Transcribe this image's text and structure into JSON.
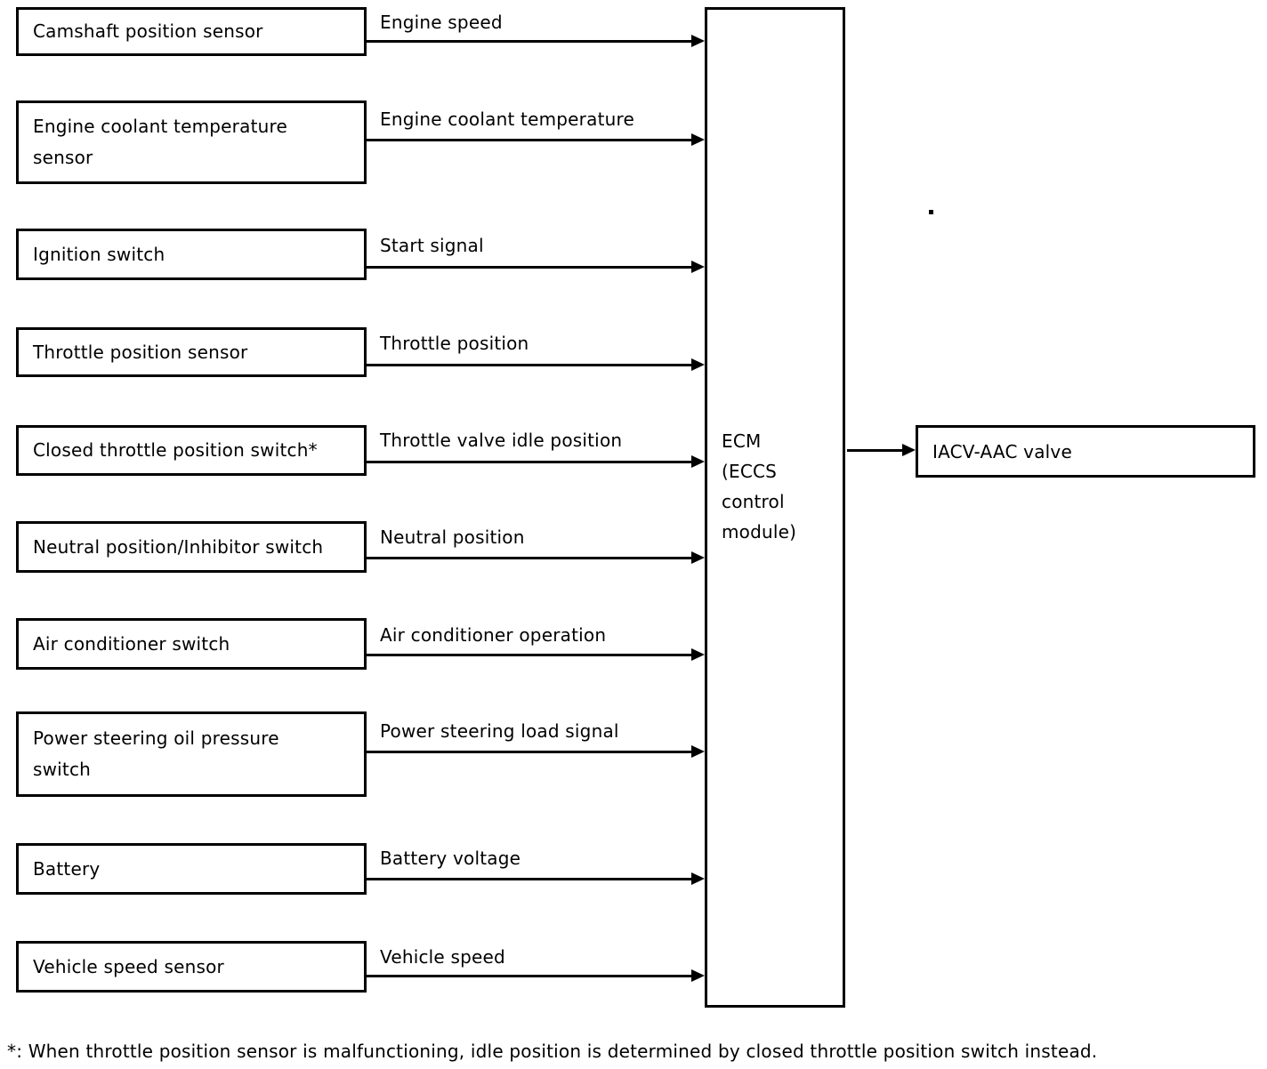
{
  "diagram": {
    "sources": [
      {
        "label": "Camshaft position sensor",
        "signal": "Engine speed"
      },
      {
        "label": "Engine coolant temperature\nsensor",
        "signal": "Engine coolant temperature"
      },
      {
        "label": "Ignition switch",
        "signal": "Start signal"
      },
      {
        "label": "Throttle position sensor",
        "signal": "Throttle position"
      },
      {
        "label": "Closed throttle position switch*",
        "signal": "Throttle valve idle position"
      },
      {
        "label": "Neutral position/Inhibitor switch",
        "signal": "Neutral position"
      },
      {
        "label": "Air conditioner switch",
        "signal": "Air conditioner operation"
      },
      {
        "label": "Power steering oil pressure\nswitch",
        "signal": "Power steering load signal"
      },
      {
        "label": "Battery",
        "signal": "Battery voltage"
      },
      {
        "label": "Vehicle speed sensor",
        "signal": "Vehicle speed"
      }
    ],
    "ecm": {
      "label": "ECM\n(ECCS\ncontrol\nmodule)"
    },
    "output": {
      "label": "IACV-AAC valve"
    },
    "footnote": "*: When throttle position sensor is malfunctioning, idle position is determined by closed throttle position switch instead.",
    "colors": {
      "ink": "#000000",
      "paper": "#ffffff"
    }
  }
}
